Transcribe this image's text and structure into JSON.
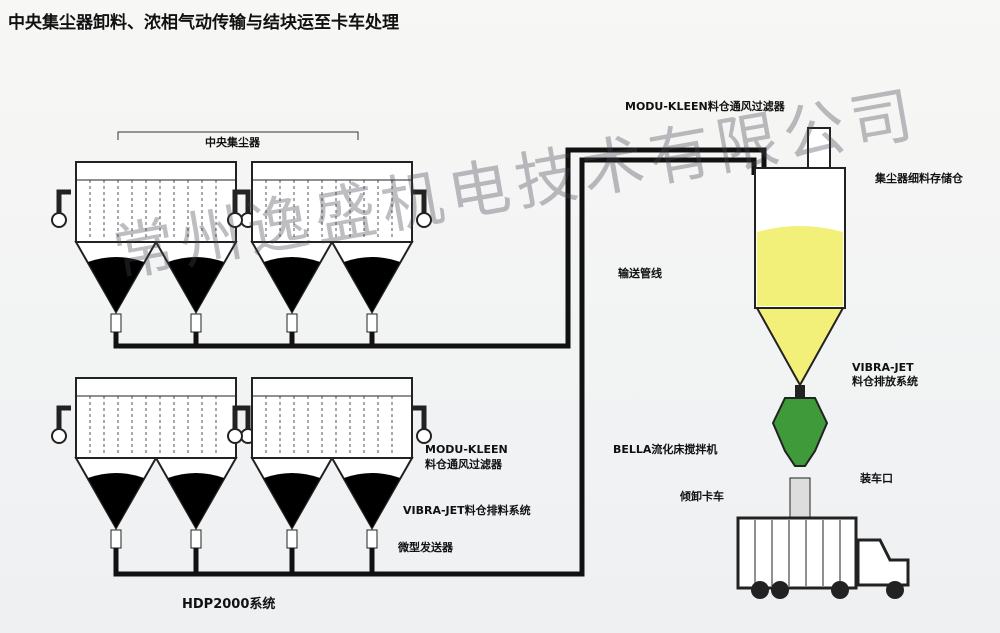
{
  "title": "中央集尘器卸料、浓相气动传输与结块运至卡车处理",
  "labels": {
    "central_collector": "中央集尘器",
    "modu_kleen_top": "MODU-KLEEN料仓通风过滤器",
    "storage_bin": "集尘器细料存储仓",
    "conveying_line": "输送管线",
    "vibra_jet_bin_1": "VIBRA-JET",
    "vibra_jet_bin_2": "料仓排放系统",
    "bella_mixer": "BELLA流化床搅拌机",
    "loading_port": "装车口",
    "dump_truck": "倾卸卡车",
    "modu_kleen_mid_1": "MODU-KLEEN",
    "modu_kleen_mid_2": "料仓通风过滤器",
    "vibra_jet_discharge": "VIBRA-JET料仓排料系统",
    "micro_transmitter": "微型发送器",
    "hdp_system": "HDP2000系统"
  },
  "watermark": "常州逸盛机电技术有限公司",
  "colors": {
    "blue": "#3d8fd0",
    "yellow": "#f3f07a",
    "green": "#3f9a3a",
    "pipe": "#111111"
  }
}
